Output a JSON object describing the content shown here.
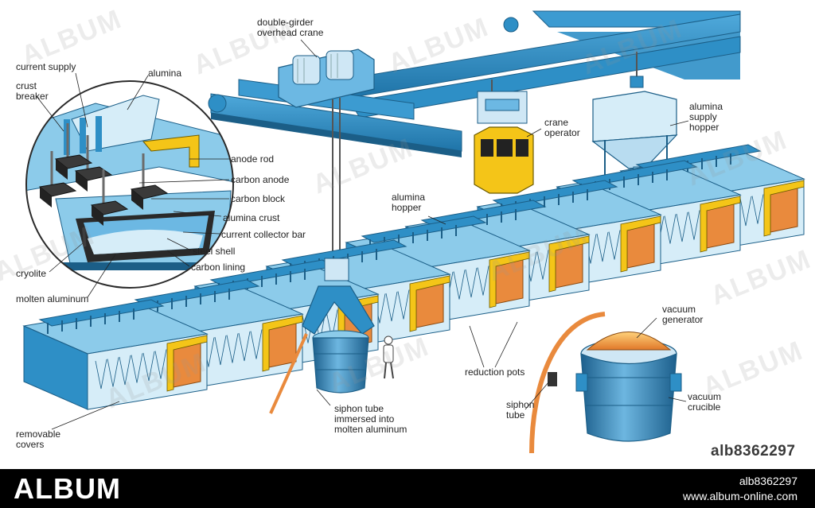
{
  "labels": {
    "crane": "double-girder\noverhead crane",
    "current_supply": "current supply",
    "alumina": "alumina",
    "crust_breaker": "crust\nbreaker",
    "anode_rod": "anode rod",
    "carbon_anode": "carbon anode",
    "carbon_block": "carbon block",
    "alumina_crust": "alumina crust",
    "collector_bar": "current collector bar",
    "steel_shell": "steel shell",
    "carbon_lining": "carbon lining",
    "cryolite": "cryolite",
    "molten_aluminum": "molten aluminum",
    "crane_operator": "crane\noperator",
    "alumina_supply_hopper": "alumina\nsupply\nhopper",
    "alumina_hopper": "alumina\nhopper",
    "reduction_pots": "reduction pots",
    "vacuum_generator": "vacuum\ngenerator",
    "vacuum_crucible": "vacuum\ncrucible",
    "siphon_tube": "siphon\ntube",
    "siphon_immersed": "siphon tube\nimmersed into\nmolten aluminum",
    "removable_covers": "removable\ncovers"
  },
  "watermark": "ALBUM",
  "image_code": "alb8362297",
  "footer": {
    "logo": "ALBUM",
    "code": "alb8362297",
    "site": "www.album-online.com"
  },
  "colors": {
    "steel_blue": "#2e8fc6",
    "light_blue": "#8ccbea",
    "pale_blue": "#d6edf8",
    "dark_blue": "#1b5e87",
    "yellow": "#f4c518",
    "orange": "#e98a3d",
    "molten": "#f2a04a",
    "footer_bg": "#000000"
  }
}
